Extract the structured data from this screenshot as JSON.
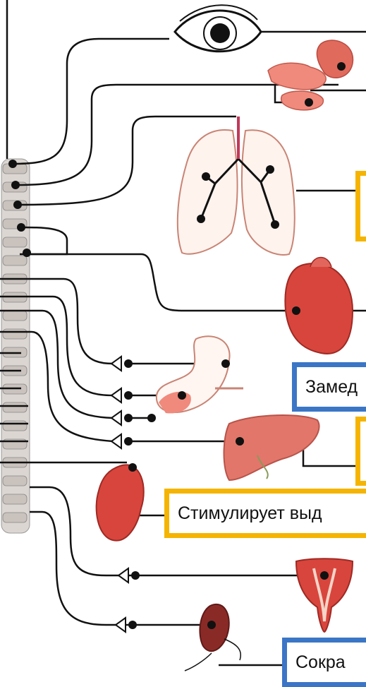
{
  "colors": {
    "line": "#111111",
    "organ_red": "#d8453c",
    "organ_pink": "#f0a08c",
    "spine": "#d9d3cf",
    "yellow_box": "#f5b400",
    "blue_box": "#3b76c6"
  },
  "labels": {
    "slows": "Замед",
    "stimulates": "Стимулирует выд",
    "contracts": "Сокра"
  },
  "icons": [
    "eye-icon",
    "salivary-gland-icon",
    "lungs-icon",
    "heart-icon",
    "stomach-icon",
    "liver-icon",
    "kidney-icon",
    "bladder-icon",
    "reproductive-organ-icon",
    "spinal-cord-icon"
  ]
}
